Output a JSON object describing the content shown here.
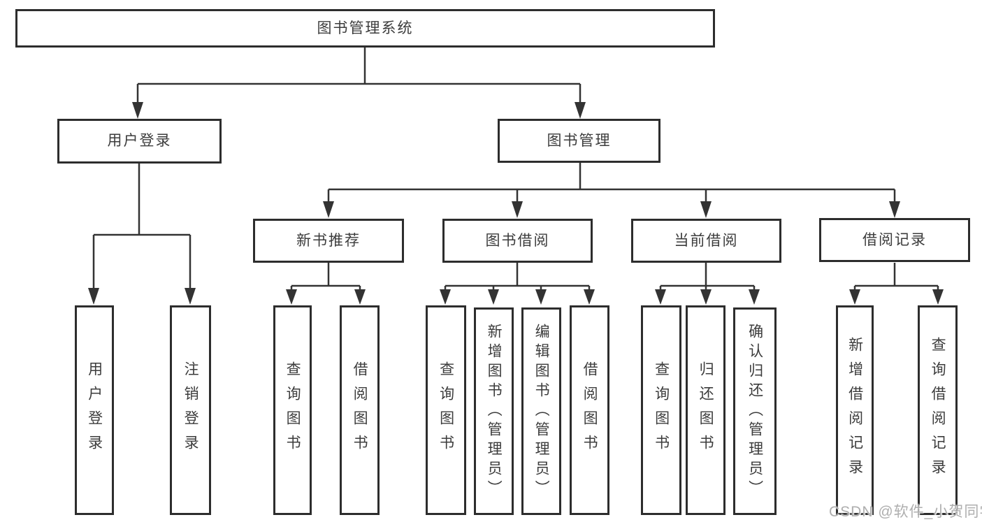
{
  "root": {
    "label": "图书管理系统"
  },
  "user_login": {
    "label": "用户登录",
    "leaves": [
      {
        "label": "用户登录"
      },
      {
        "label": "注销登录"
      }
    ]
  },
  "book_mgmt": {
    "label": "图书管理",
    "sections": [
      {
        "label": "新书推荐",
        "leaves": [
          {
            "label": "查询图书"
          },
          {
            "label": "借阅图书"
          }
        ]
      },
      {
        "label": "图书借阅",
        "leaves": [
          {
            "label": "查询图书"
          },
          {
            "label": "新增图书（管理员）"
          },
          {
            "label": "编辑图书（管理员）"
          },
          {
            "label": "借阅图书"
          }
        ]
      },
      {
        "label": "当前借阅",
        "leaves": [
          {
            "label": "查询图书"
          },
          {
            "label": "归还图书"
          },
          {
            "label": "确认归还（管理员）"
          }
        ]
      },
      {
        "label": "借阅记录",
        "leaves": [
          {
            "label": "新增借阅记录"
          },
          {
            "label": "查询借阅记录"
          }
        ]
      }
    ]
  },
  "watermark": {
    "text": "CSDN @软件_小贺同学"
  },
  "colors": {
    "line": "#333333",
    "border": "#2d2d2d",
    "text": "#3c3c3c",
    "background": "#ffffff",
    "watermark": "#a5a5a5"
  }
}
